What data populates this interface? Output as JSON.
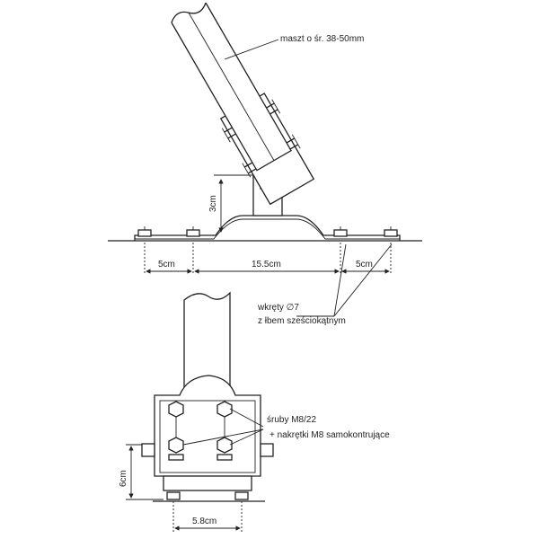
{
  "labels": {
    "mast": "maszt o śr. 38-50mm",
    "height_3cm": "3cm",
    "dim_5cm_left": "5cm",
    "dim_15_5cm": "15.5cm",
    "dim_5cm_right": "5cm",
    "screws_line1": "wkręty ∅7",
    "screws_line2": "z łbem sześciokątnym",
    "bolts": "śruby M8/22",
    "nuts": "+ nakrętki M8 samokontrujące",
    "height_6cm": "6cm",
    "width_5_8cm": "5.8cm"
  }
}
